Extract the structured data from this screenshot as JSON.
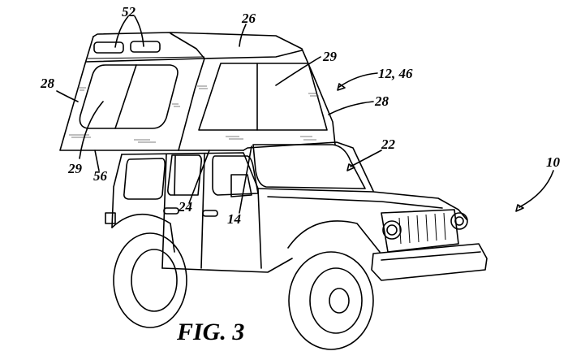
{
  "figure": {
    "caption": "FIG. 3",
    "subject": "vehicle with rooftop tent shell"
  },
  "reference_labels": {
    "r52": "52",
    "r26": "26",
    "r28a": "28",
    "r29a": "29",
    "r12_46": "12, 46",
    "r28b": "28",
    "r29b": "29",
    "r56": "56",
    "r22": "22",
    "r24": "24",
    "r14": "14",
    "r10": "10"
  }
}
